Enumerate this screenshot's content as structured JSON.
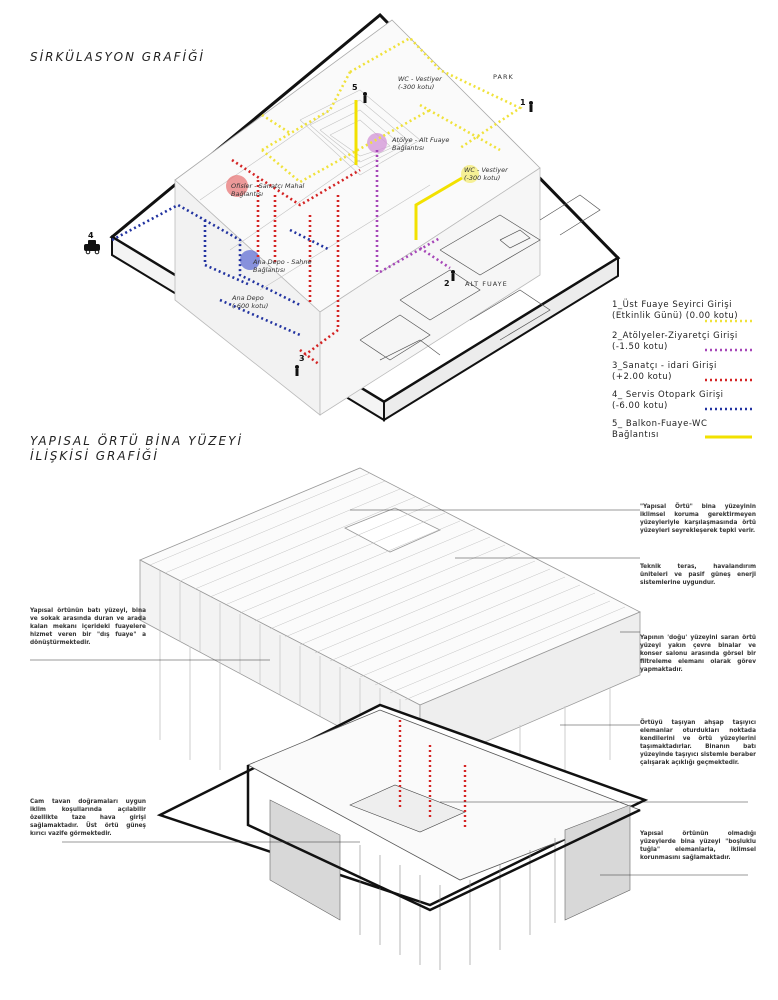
{
  "titles": {
    "circulation": "SİRKÜLASYON GRAFİĞİ",
    "envelope_line1": "YAPISAL ÖRTÜ BİNA YÜZEYİ",
    "envelope_line2": "İLİŞKİSİ GRAFİĞİ"
  },
  "plan_labels": {
    "park": "PARK",
    "alt_fuaye": "ALT FUAYE",
    "wc1_line1": "WC - Vestiyer",
    "wc1_line2": "(-300 kotu)",
    "wc2_line1": "WC - Vestiyer",
    "wc2_line2": "(-300 kotu)",
    "atolye_line1": "Atölye - Alt Fuaye",
    "atolye_line2": "Bağlantısı",
    "ofisler_line1": "Ofisler - Sanatçı Mahal",
    "ofisler_line2": "Bağlantısı",
    "anadepo_sahne_line1": "Ana Depo - Sahne",
    "anadepo_sahne_line2": "Bağlantısı",
    "anadepo_line1": "Ana Depo",
    "anadepo_line2": "(-600 kotu)",
    "n1": "1",
    "n2": "2",
    "n3": "3",
    "n4": "4",
    "n5": "5"
  },
  "legend": [
    {
      "line1": "1_Üst Fuaye Seyirci Girişi",
      "line2": "(Etkinlik Günü) (0.00 kotu)",
      "color": "#f0e23a",
      "style": "dotted"
    },
    {
      "line1": "2_Atölyeler-Ziyaretçi Girişi",
      "line2": "(-1.50 kotu)",
      "color": "#a646b8",
      "style": "dotted"
    },
    {
      "line1": "3_Sanatçı - idari Girişi",
      "line2": "(+2.00 kotu)",
      "color": "#d42424",
      "style": "dotted"
    },
    {
      "line1": "4_ Servis Otopark Girişi",
      "line2": "(-6.00 kotu)",
      "color": "#2233a0",
      "style": "dotted"
    },
    {
      "line1": "5_ Balkon-Fuaye-WC",
      "line2": "Bağlantısı",
      "color": "#f2e100",
      "style": "solid"
    }
  ],
  "notes": {
    "right1": "\"Yapısal Örtü\" bina yüzeyinin iklimsel koruma gerektirmeyen yüzeyleriyle karşılaşmasında örtü yüzeyleri seyrekleşerek tepki verir.",
    "right2": "Teknik teras, havalandırım üniteleri ve pasif güneş enerji sistemlerine uygundur.",
    "right3": "Yapının 'doğu' yüzeyini saran örtü yüzeyi yakın çevre binalar ve konser salonu arasında görsel bir filtreleme elemanı olarak görev yapmaktadır.",
    "right4": "Örtüyü taşıyan ahşap taşıyıcı elemanlar oturdukları noktada kendilerini ve örtü yüzeylerini taşımaktadırlar. Binanın batı yüzeyinde taşıyıcı sistemle beraber çalışarak açıklığı geçmektedir.",
    "right5": "Yapısal örtünün olmadığı yüzeylerde bina yüzeyi \"boşluklu tuğla\" elemanlarla, iklimsel korunmasını sağlamaktadır.",
    "left1": "Yapısal örtünün batı yüzeyi, bina ve sokak arasında duran ve arada kalan mekanı içerideki fuayelere hizmet veren bir \"dış fuaye\" a dönüştürmektedir.",
    "left2": "Cam tavan doğramaları uygun iklim koşullarında açılabilir özellikte taze hava girişi sağlamaktadır. Üst örtü güneş kırıcı vazife görmektedir."
  },
  "colors": {
    "yellow": "#f0e23a",
    "purple": "#a646b8",
    "red": "#d42424",
    "blue": "#2233a0",
    "outline": "#111111"
  }
}
